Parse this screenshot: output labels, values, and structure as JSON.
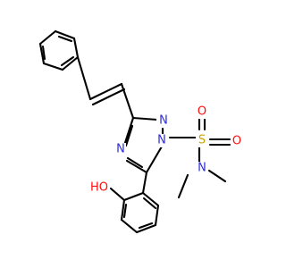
{
  "molecule": {
    "atoms": {
      "n1": "N",
      "n2": "N",
      "n4": "N",
      "sulfur": "S",
      "oxygen_a": "O",
      "oxygen_b": "O",
      "n_sulfonamide": "N",
      "hydroxyl": "HO"
    },
    "colors": {
      "bond": "#000000",
      "nitrogen": "#2d2dd8",
      "oxygen": "#ff0d0d",
      "sulfur": "#c7a300"
    }
  }
}
